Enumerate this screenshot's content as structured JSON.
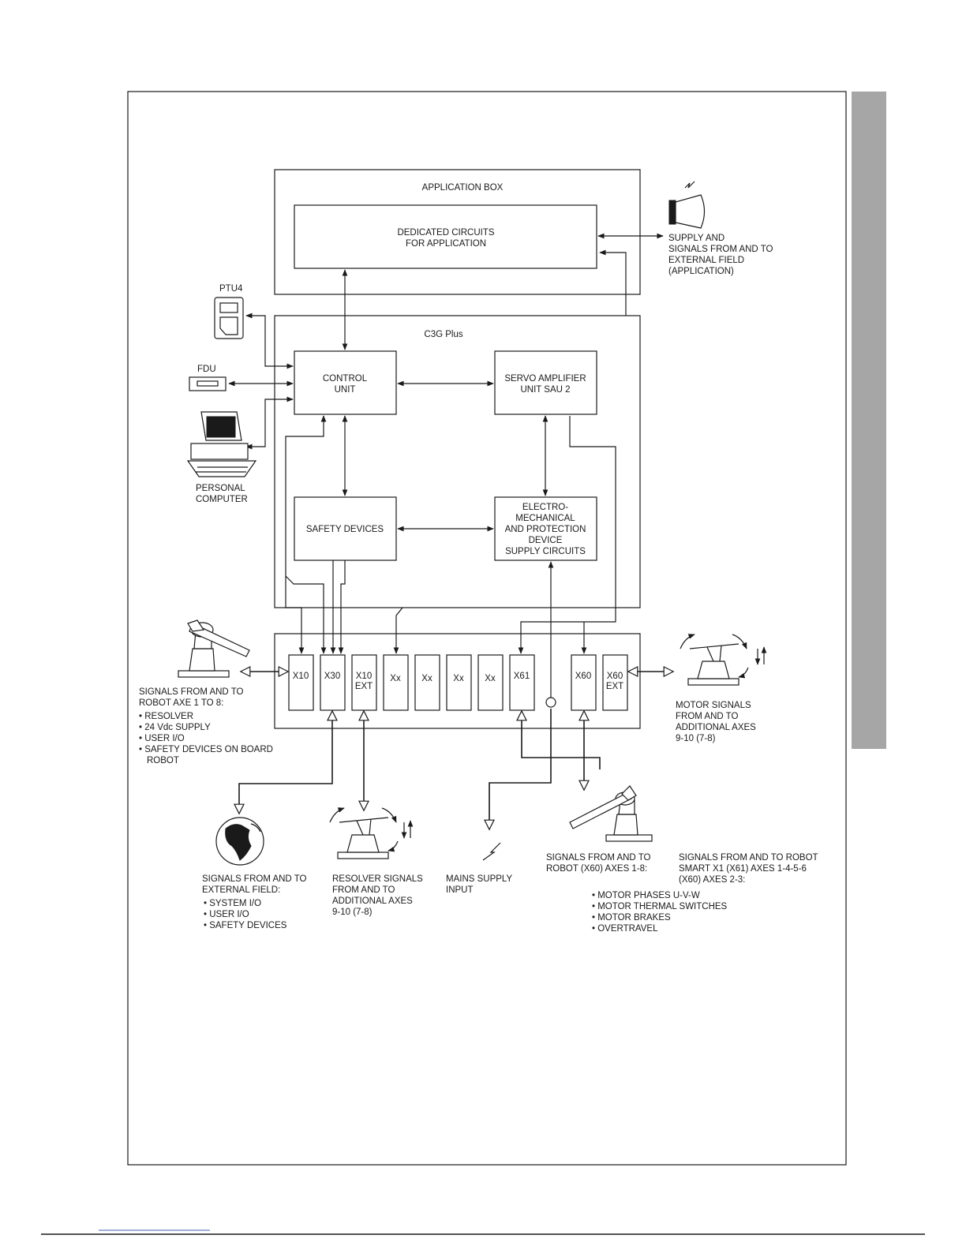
{
  "colors": {
    "side_tab": "#a6a6a6",
    "line": "#1a1a1a"
  },
  "labels": {
    "application_box": "APPLICATION BOX",
    "dedicated": [
      "DEDICATED CIRCUITS",
      "FOR APPLICATION"
    ],
    "c3g_plus": "C3G Plus",
    "control_unit": [
      "CONTROL",
      "UNIT"
    ],
    "servo_amp": [
      "SERVO AMPLIFIER",
      "UNIT SAU 2"
    ],
    "safety_devices": "SAFETY DEVICES",
    "electro": [
      "ELECTRO-",
      "MECHANICAL",
      "AND PROTECTION",
      "DEVICE",
      "SUPPLY CIRCUITS"
    ],
    "ptu4": "PTU4",
    "fdu": "FDU",
    "personal_computer": [
      "PERSONAL",
      "COMPUTER"
    ],
    "supply_field": [
      "SUPPLY AND",
      "SIGNALS FROM AND TO",
      "EXTERNAL FIELD",
      "(APPLICATION)"
    ],
    "connectors": {
      "x10": "X10",
      "x30": "X30",
      "x10ext": [
        "X10",
        "EXT"
      ],
      "xx1": "Xx",
      "xx2": "Xx",
      "xx3": "Xx",
      "xx4": "Xx",
      "x61": "X61",
      "x60": "X60",
      "x60ext": [
        "X60",
        "EXT"
      ]
    },
    "robot_signals": [
      "SIGNALS FROM AND TO",
      "ROBOT AXE 1 TO 8:"
    ],
    "robot_signals_list": [
      "• RESOLVER",
      "• 24 Vdc SUPPLY",
      "• USER I/O",
      "• SAFETY DEVICES ON BOARD",
      "ROBOT"
    ],
    "motor_signals": [
      "MOTOR SIGNALS",
      "FROM AND TO",
      "ADDITIONAL AXES",
      "9-10 (7-8)"
    ],
    "external_field": [
      "SIGNALS FROM AND TO",
      "EXTERNAL FIELD:"
    ],
    "external_field_list": [
      "• SYSTEM I/O",
      "• USER I/O",
      "• SAFETY DEVICES"
    ],
    "resolver_signals": [
      "RESOLVER SIGNALS",
      "FROM AND TO",
      "ADDITIONAL AXES",
      "9-10 (7-8)"
    ],
    "mains_supply": [
      "MAINS SUPPLY",
      "INPUT"
    ],
    "robot_x60": [
      "SIGNALS FROM AND TO",
      "ROBOT (X60) AXES 1-8:"
    ],
    "smart_x1": [
      "SIGNALS FROM AND TO ROBOT",
      "SMART X1 (X61) AXES 1-4-5-6",
      "(X60) AXES 2-3:"
    ],
    "motor_list": [
      "• MOTOR PHASES U-V-W",
      "• MOTOR THERMAL SWITCHES",
      "• MOTOR BRAKES",
      "• OVERTRAVEL"
    ]
  }
}
